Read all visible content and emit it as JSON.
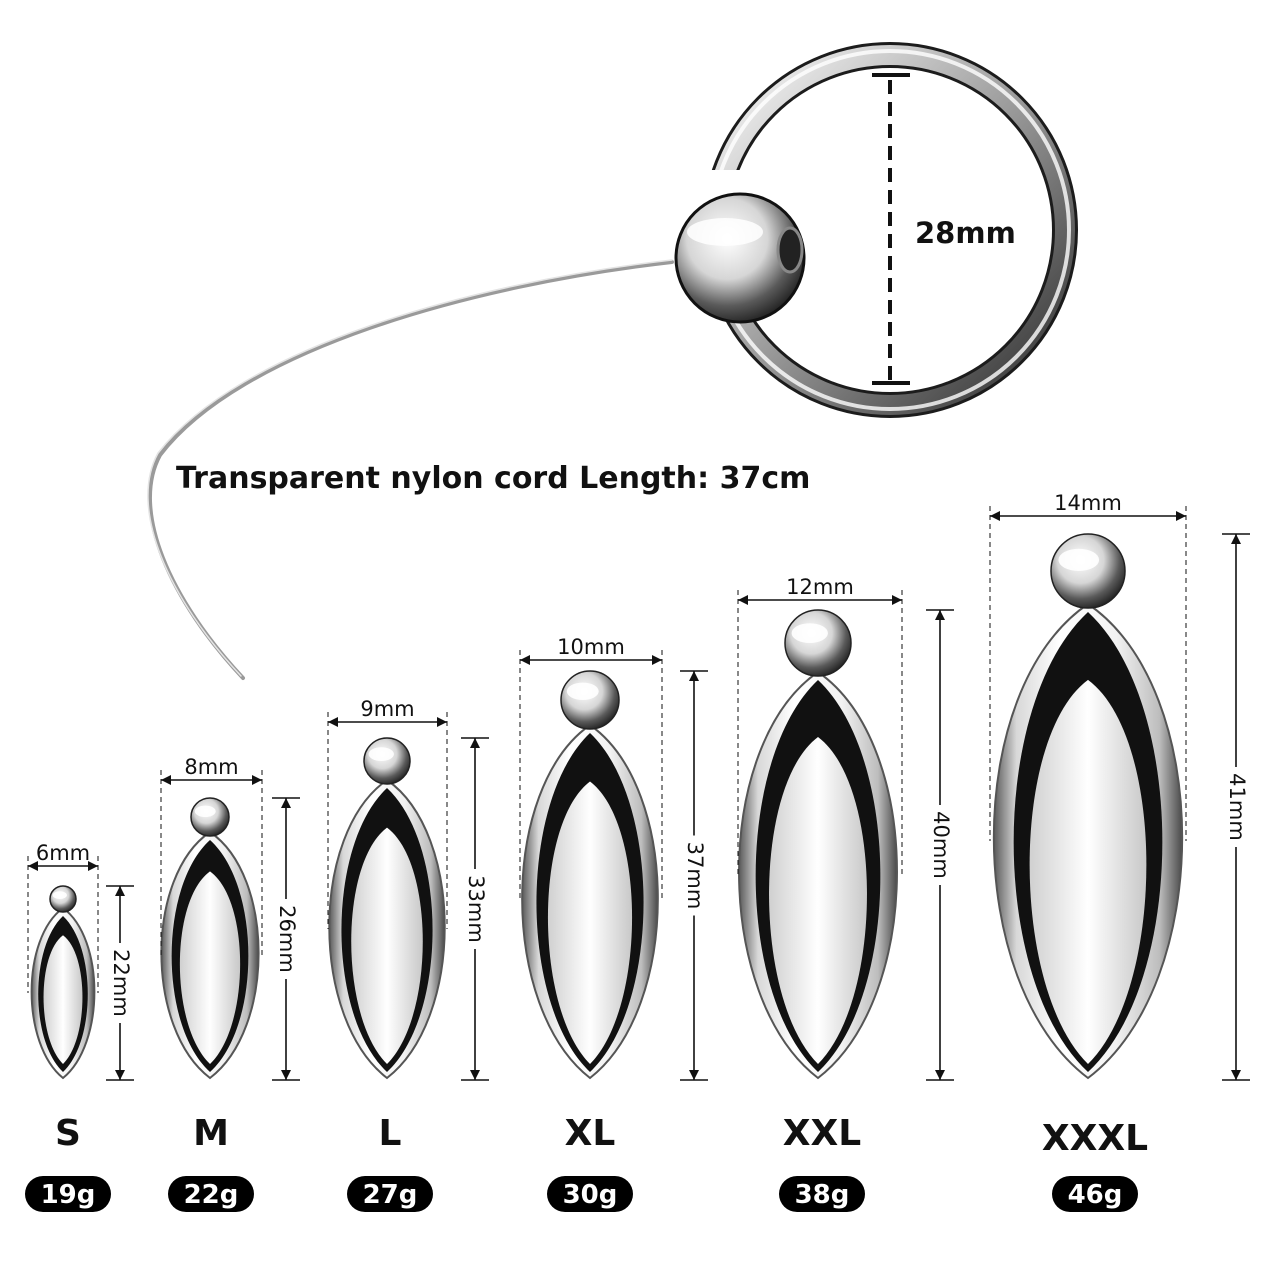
{
  "ring": {
    "diameter_label": "28mm"
  },
  "cord": {
    "label": "Transparent nylon cord Length: 37cm"
  },
  "sizes": [
    {
      "size": "S",
      "weight": "19g",
      "width": "6mm",
      "height": "22mm"
    },
    {
      "size": "M",
      "weight": "22g",
      "width": "8mm",
      "height": "26mm"
    },
    {
      "size": "L",
      "weight": "27g",
      "width": "9mm",
      "height": "33mm"
    },
    {
      "size": "XL",
      "weight": "30g",
      "width": "10mm",
      "height": "37mm"
    },
    {
      "size": "XXL",
      "weight": "38g",
      "width": "12mm",
      "height": "40mm"
    },
    {
      "size": "XXXL",
      "weight": "46g",
      "width": "14mm",
      "height": "41mm"
    }
  ],
  "colors": {
    "text": "#111111",
    "badge_bg": "#000000",
    "badge_text": "#ffffff",
    "metal_light": "#f4f4f4",
    "metal_dark": "#1a1a1a"
  }
}
